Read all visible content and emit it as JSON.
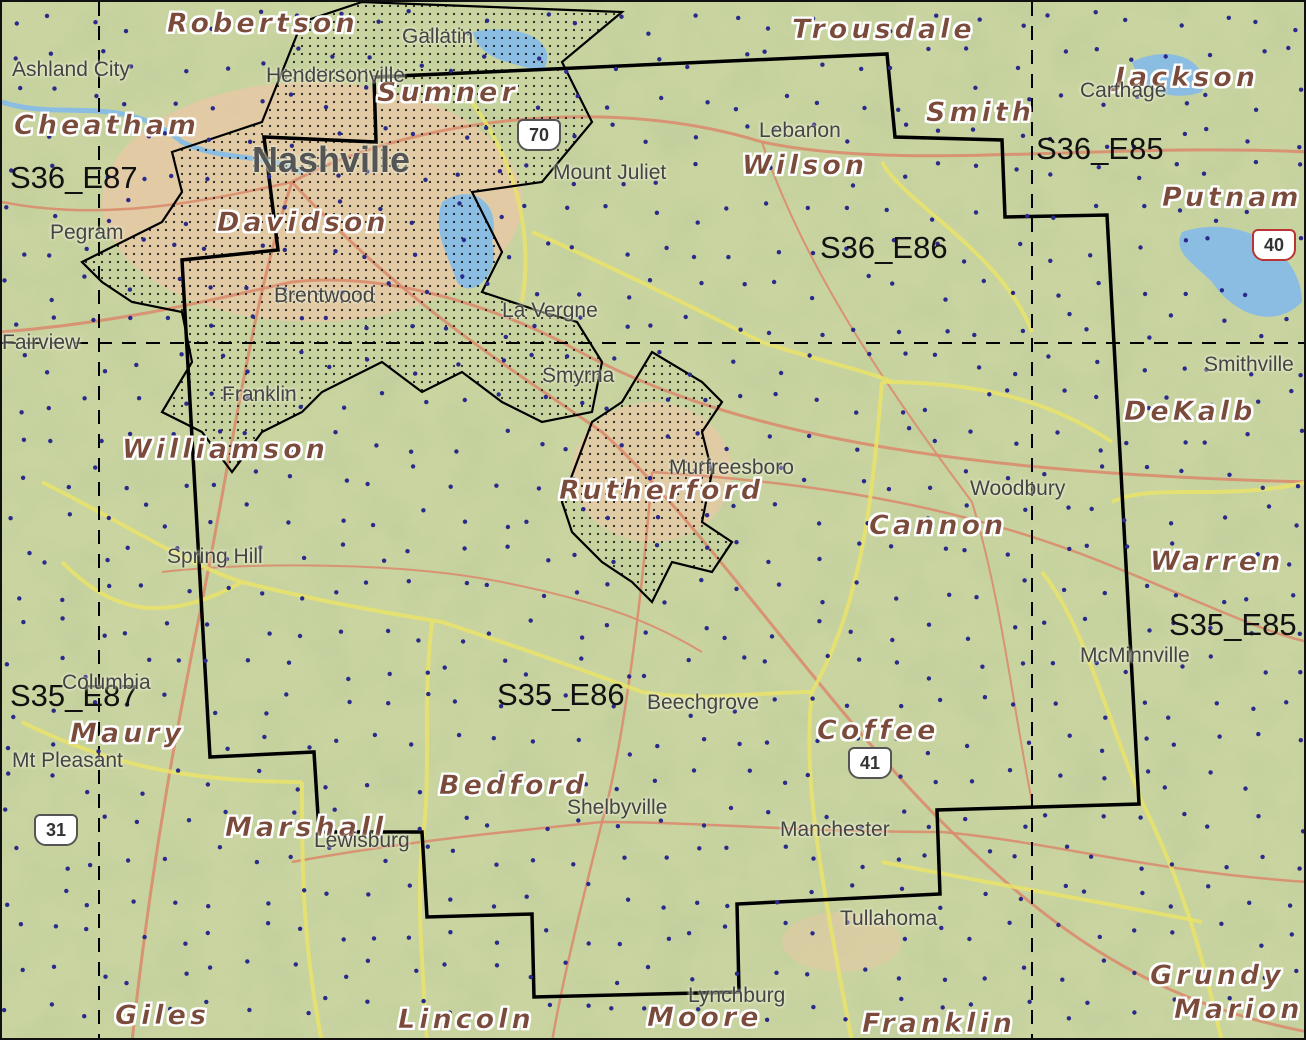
{
  "counties": [
    {
      "name": "Robertson"
    },
    {
      "name": "Trousdale"
    },
    {
      "name": "Jackson"
    },
    {
      "name": "Cheatham"
    },
    {
      "name": "Sumner"
    },
    {
      "name": "Smith"
    },
    {
      "name": "Wilson"
    },
    {
      "name": "Putnam"
    },
    {
      "name": "Davidson"
    },
    {
      "name": "DeKalb"
    },
    {
      "name": "Williamson"
    },
    {
      "name": "Rutherford"
    },
    {
      "name": "Cannon"
    },
    {
      "name": "Warren"
    },
    {
      "name": "Maury"
    },
    {
      "name": "Coffee"
    },
    {
      "name": "Bedford"
    },
    {
      "name": "Marshall"
    },
    {
      "name": "Grundy"
    },
    {
      "name": "Marion"
    },
    {
      "name": "Giles"
    },
    {
      "name": "Lincoln"
    },
    {
      "name": "Moore"
    },
    {
      "name": "Franklin"
    }
  ],
  "tiles": [
    {
      "name": "S36_E87"
    },
    {
      "name": "S36_E86"
    },
    {
      "name": "S36_E85"
    },
    {
      "name": "S35_E87"
    },
    {
      "name": "S35_E86"
    },
    {
      "name": "S35_E85"
    }
  ],
  "cities": [
    {
      "name": "Nashville"
    },
    {
      "name": "Ashland City"
    },
    {
      "name": "Pegram"
    },
    {
      "name": "Lebanon"
    },
    {
      "name": "Mount Juliet"
    },
    {
      "name": "Brentwood"
    },
    {
      "name": "La Vergne"
    },
    {
      "name": "Smyrna"
    },
    {
      "name": "Franklin"
    },
    {
      "name": "Murfreesboro"
    },
    {
      "name": "Woodbury"
    },
    {
      "name": "Spring Hill"
    },
    {
      "name": "Columbia"
    },
    {
      "name": "Beechgrove"
    },
    {
      "name": "McMinnville"
    },
    {
      "name": "Shelbyville"
    },
    {
      "name": "Manchester"
    },
    {
      "name": "Tullahoma"
    },
    {
      "name": "Lynchburg"
    },
    {
      "name": "Lewisburg"
    },
    {
      "name": "Carthage"
    },
    {
      "name": "Smithville"
    },
    {
      "name": "Hendersonville"
    },
    {
      "name": "Gallatin"
    },
    {
      "name": "Fairview"
    },
    {
      "name": "Mt Pleasant"
    }
  ],
  "shields": [
    {
      "label": "70"
    },
    {
      "label": "40"
    },
    {
      "label": "41"
    },
    {
      "label": "31"
    }
  ],
  "colors": {
    "terrain": "#c9d4a0",
    "urban": "#e9c7a6",
    "highway": "#e9e36a",
    "road": "#d98c6e",
    "water": "#8bbde3",
    "outline": "#000000",
    "station": "#2a2a8a"
  }
}
